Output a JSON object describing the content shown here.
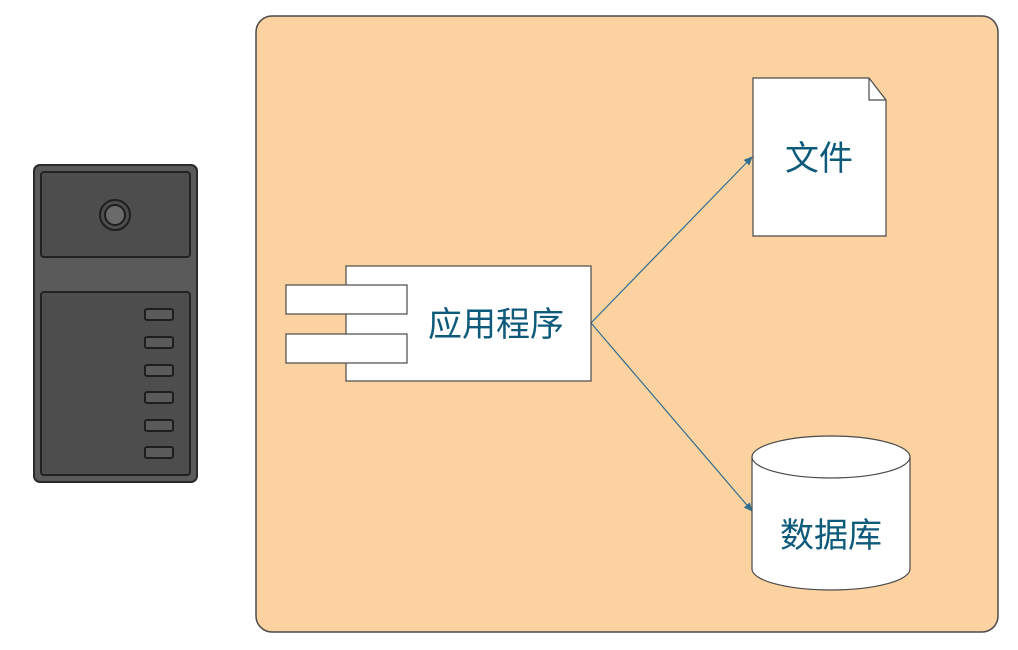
{
  "labels": {
    "application": "应用程序",
    "file": "文件",
    "database": "数据库"
  },
  "colors": {
    "container_fill": "#fdd2a1",
    "container_stroke": "#4a4a4a",
    "text": "#0e5a7a",
    "arrow": "#2f6f8f",
    "server_body": "#5a5a5a",
    "server_panel": "#4a4a4a",
    "server_outline": "#2a2a2a",
    "box_fill": "#ffffff"
  },
  "icons": {
    "server": "server-tower-icon",
    "file": "document-icon",
    "database": "database-cylinder-icon",
    "component": "uml-component-icon"
  }
}
